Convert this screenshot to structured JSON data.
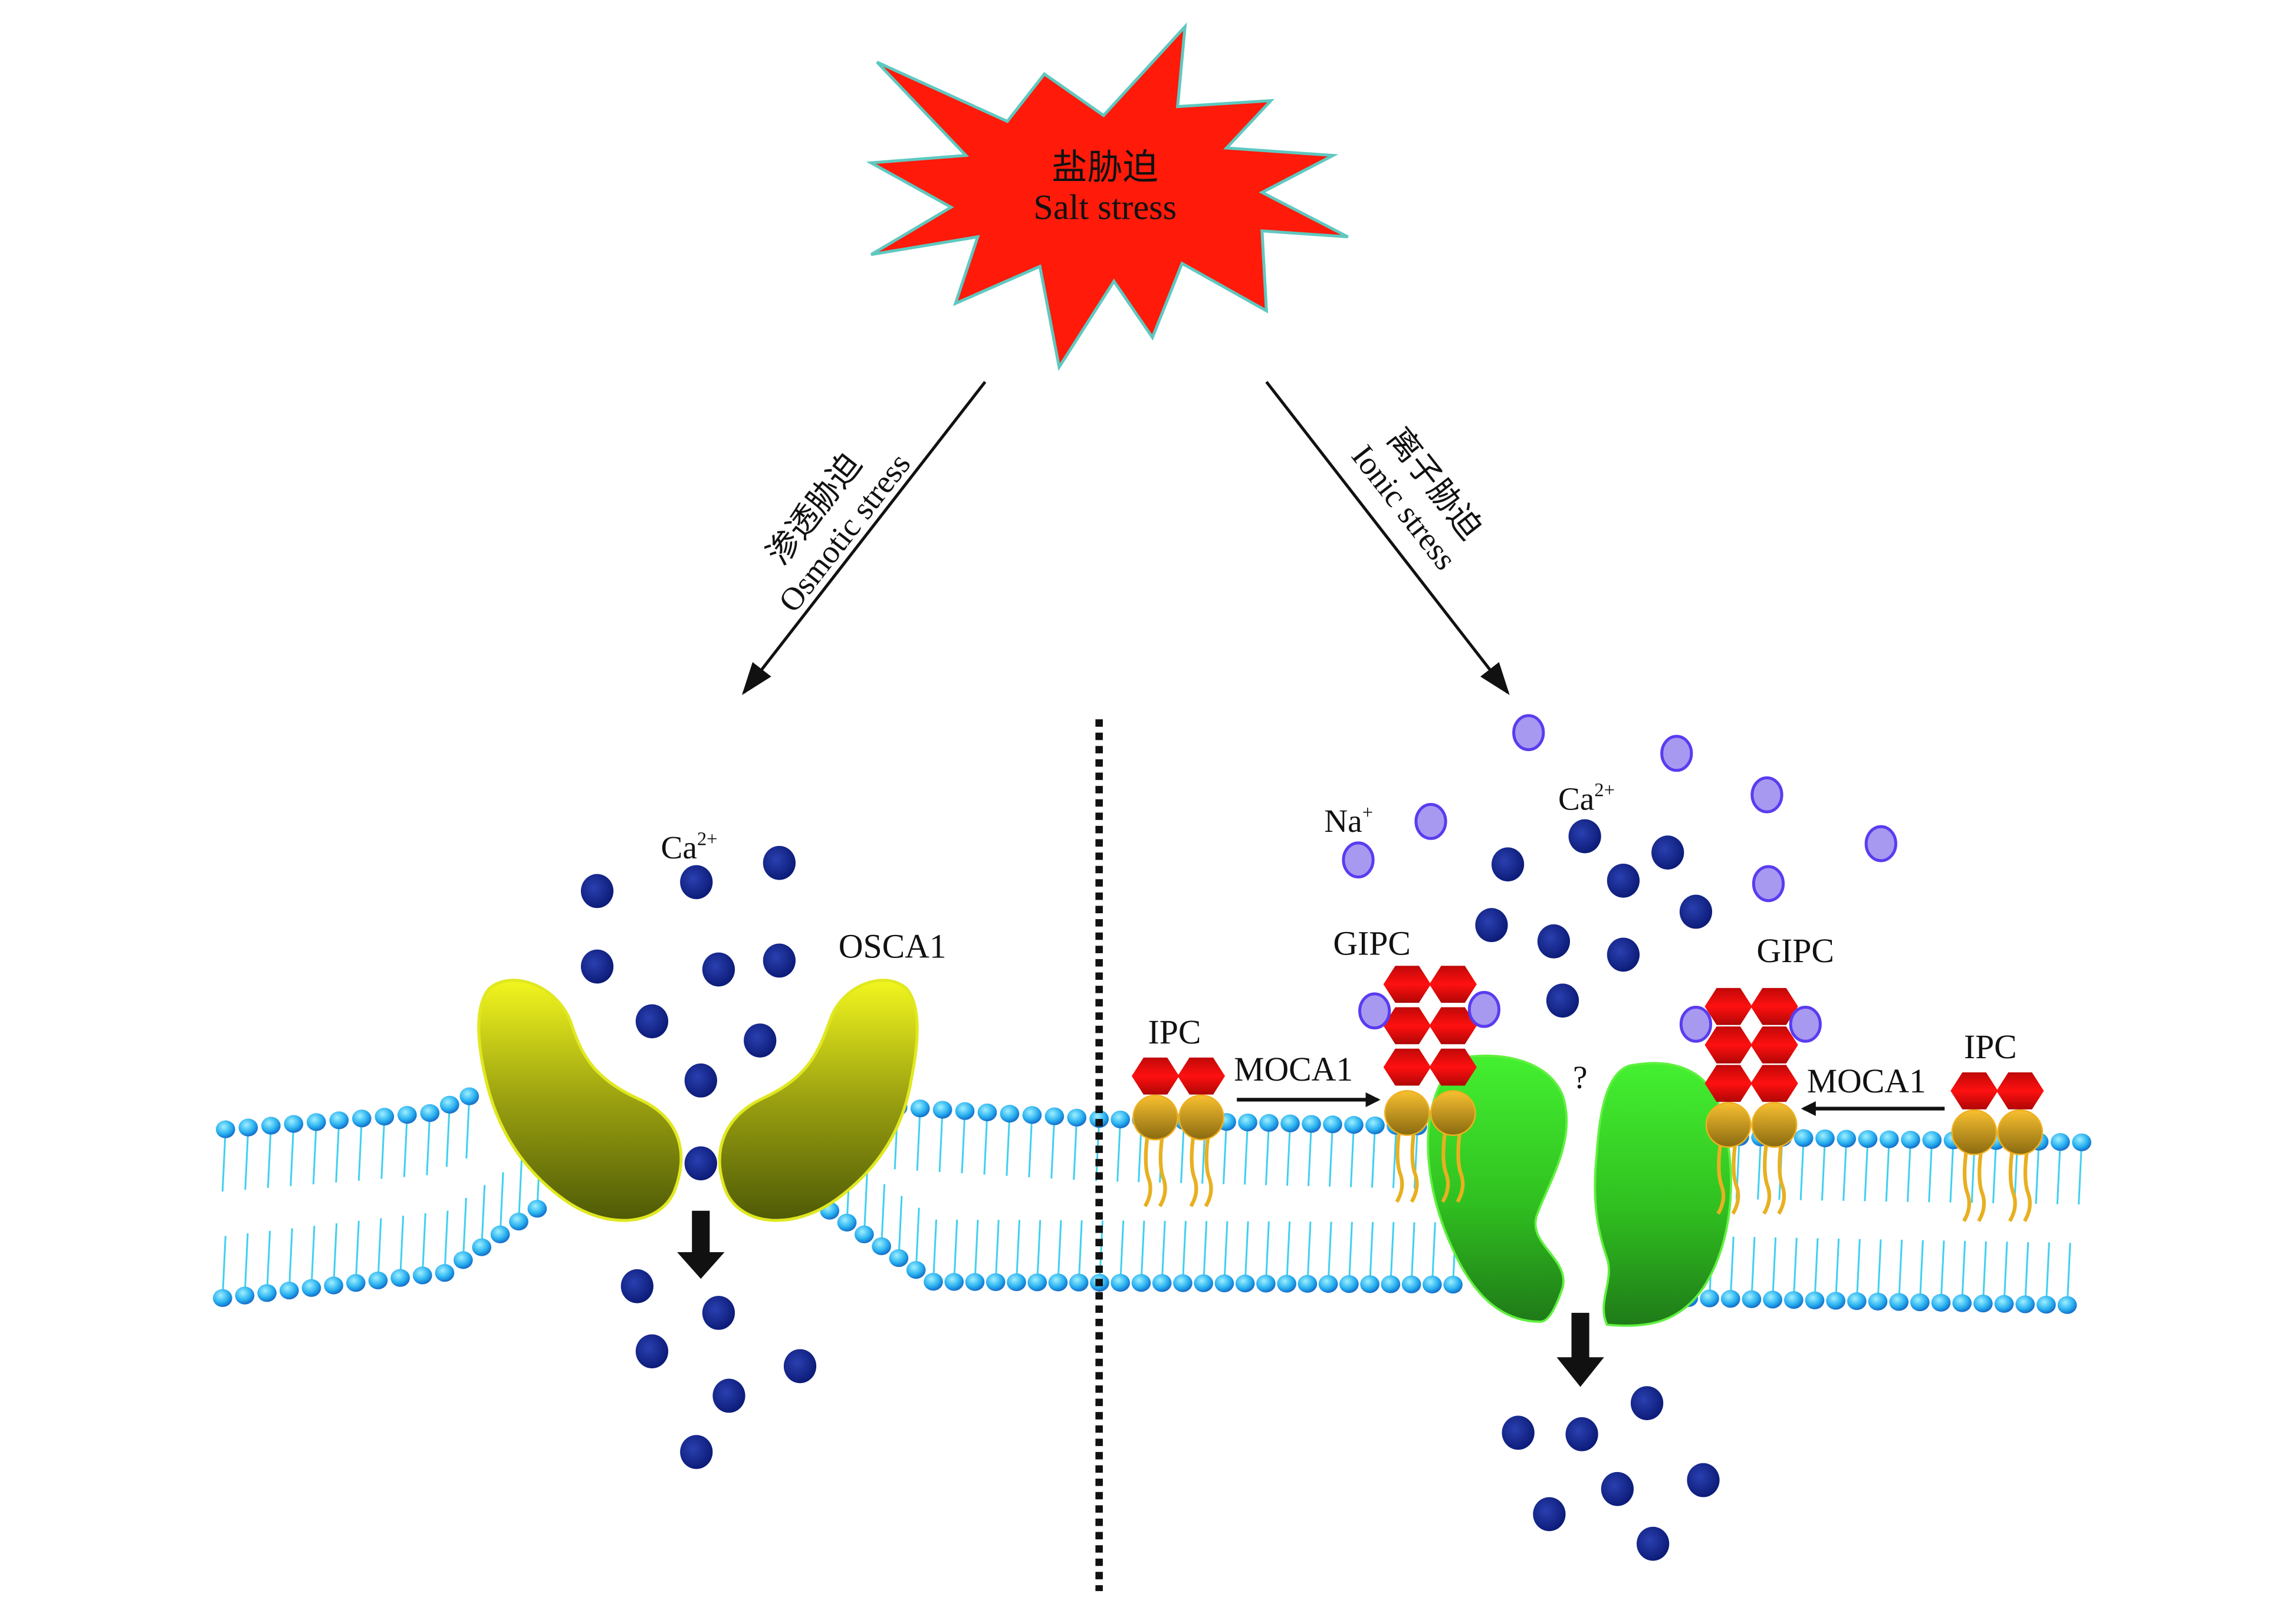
{
  "title": {
    "zh": "盐胁迫",
    "en": "Salt stress"
  },
  "left_branch": {
    "zh": "渗透胁迫",
    "en": "Osmotic stress"
  },
  "right_branch": {
    "zh": "离子胁迫",
    "en": "Ionic stress"
  },
  "labels": {
    "ca_left": "Ca",
    "ca_left_sup": "2+",
    "osca1": "OSCA1",
    "na": "Na",
    "na_sup": "+",
    "ca_right": "Ca",
    "ca_right_sup": "2+",
    "gipc_left": "GIPC",
    "gipc_right": "GIPC",
    "ipc_left": "IPC",
    "ipc_right": "IPC",
    "moca1_left": "MOCA1",
    "moca1_right": "MOCA1",
    "unknown": "?"
  },
  "colors": {
    "star": "#ff1a0a",
    "star_edge": "#5fc8c0",
    "ca_ion": "#0b1a80",
    "na_ion": "#a899f0",
    "na_edge": "#5a3cf0",
    "membrane_head": "#2ab0f0",
    "membrane_tail": "#40d0f0",
    "osca": "#e8ee20",
    "channel": "#44ee33",
    "sugar": "#e81010",
    "ceramide": "#e8b020"
  }
}
